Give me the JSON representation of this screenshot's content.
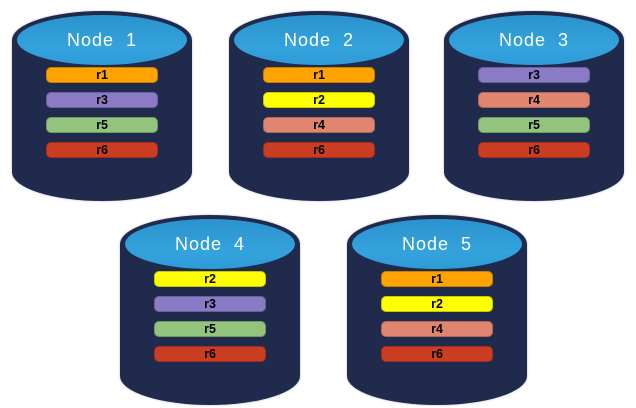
{
  "palette": {
    "background": "#FFFFFF",
    "cylinder_body": "#1F2A4D",
    "cylinder_top": "#2E9BD6",
    "title_text": "#FFFFFF",
    "bar_text": "#000000"
  },
  "replica_colors": {
    "r1": "#FFA300",
    "r2": "#FFFF00",
    "r3": "#8B7BC7",
    "r4": "#E08570",
    "r5": "#93C47D",
    "r6": "#CB3D23"
  },
  "nodes": [
    {
      "label": "Node  1",
      "replicas": [
        "r1",
        "r3",
        "r5",
        "r6"
      ]
    },
    {
      "label": "Node  2",
      "replicas": [
        "r1",
        "r2",
        "r4",
        "r6"
      ]
    },
    {
      "label": "Node  3",
      "replicas": [
        "r3",
        "r4",
        "r5",
        "r6"
      ]
    },
    {
      "label": "Node  4",
      "replicas": [
        "r2",
        "r3",
        "r5",
        "r6"
      ]
    },
    {
      "label": "Node  5",
      "replicas": [
        "r1",
        "r2",
        "r4",
        "r6"
      ]
    }
  ]
}
